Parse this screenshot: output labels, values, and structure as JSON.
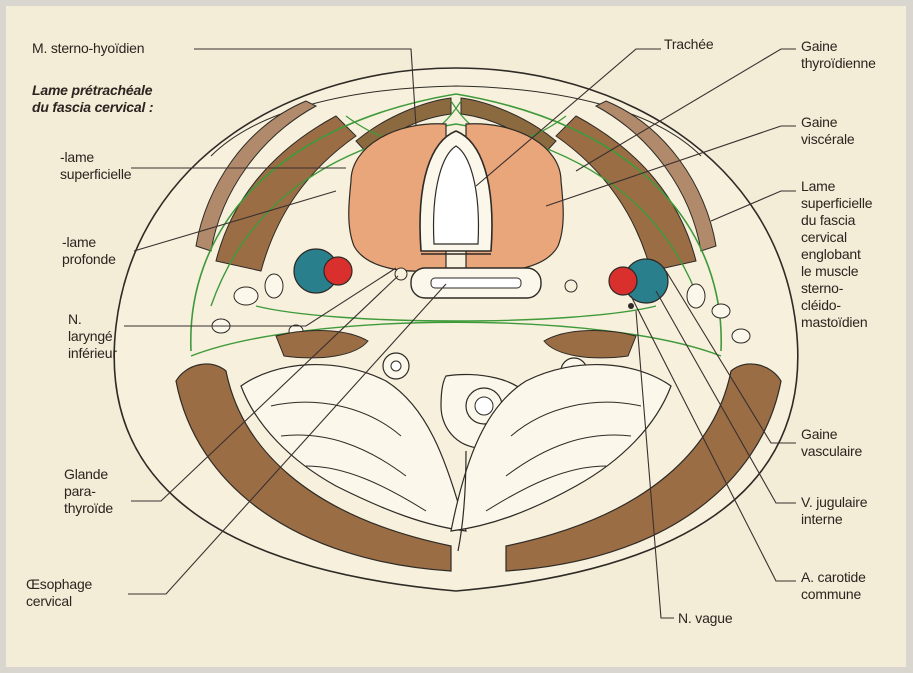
{
  "labels": {
    "sterno_hyoid": "M. sterno-hyoïdien",
    "pretracheal_title": "Lame prétrachéale\ndu fascia cervical :",
    "superficial_layer": "-lame\nsuperficielle",
    "deep_layer": "-lame\nprofonde",
    "recurrent_nerve": "N.\nlaryngé\ninférieur",
    "parathyroid": "Glande\npara-\nthyroïde",
    "esophagus": "Œsophage\ncervical",
    "trachea": "Trachée",
    "thyroid_sheath": "Gaine\nthyroïdienne",
    "visceral_sheath": "Gaine\nviscérale",
    "superficial_fascia": "Lame\nsuperficielle\ndu fascia\ncervical\nenglobant\nle muscle\nsterno-\ncléido-\nmastoïdien",
    "vascular_sheath": "Gaine\nvasculaire",
    "jugular_vein": "V. jugulaire\ninterne",
    "carotid_artery": "A. carotide\ncommune",
    "vagus_nerve": "N. vague"
  },
  "colors": {
    "background": "#f3ecd6",
    "thyroid": "#e9a67a",
    "muscle": "#9a6d45",
    "fascia": "#3f9a3a",
    "vein": "#2a7f8c",
    "artery": "#d9302e",
    "line": "#3a3030"
  }
}
